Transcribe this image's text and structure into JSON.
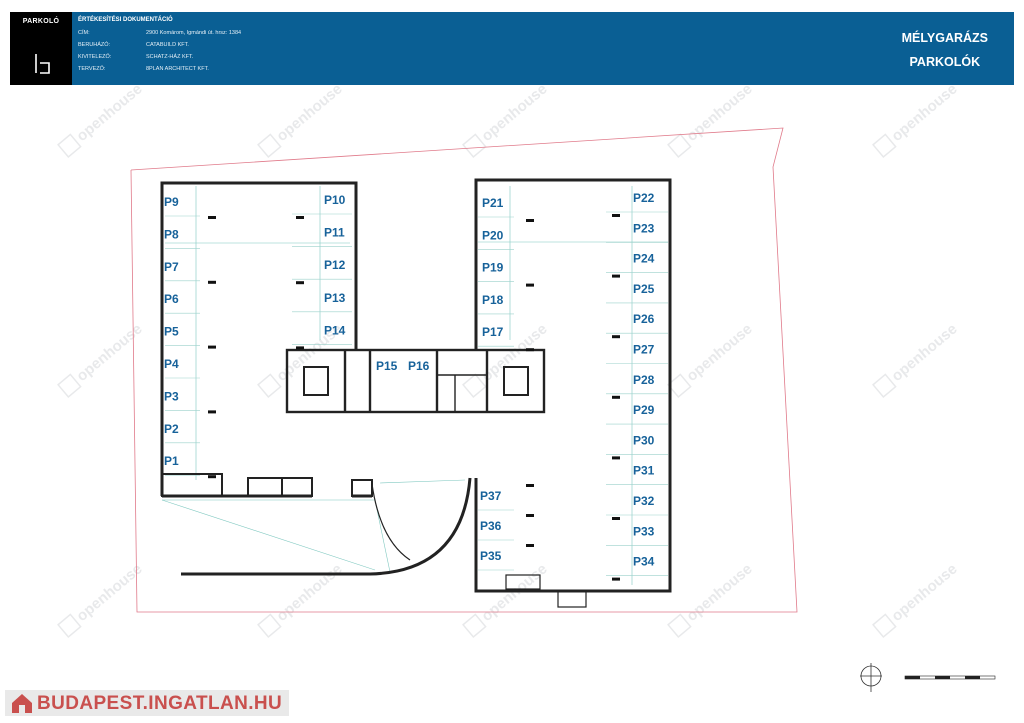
{
  "header": {
    "section_tag": "PARKOLÓ",
    "doc_title": "ÉRTÉKESÍTÉSI DOKUMENTÁCIÓ",
    "rows": [
      {
        "key": "CÍM:",
        "value": "2900 Komárom, Igmándi út. hrsz: 1384"
      },
      {
        "key": "BERUHÁZÓ:",
        "value": "CATABUILD KFT."
      },
      {
        "key": "KIVITELEZŐ:",
        "value": "SCHATZ-HÁZ KFT."
      },
      {
        "key": "TERVEZŐ:",
        "value": "8PLAN ARCHITECT KFT."
      }
    ],
    "title_line1": "MÉLYGARÁZS",
    "title_line2": "PARKOLÓK"
  },
  "plan": {
    "spots_left_outer": [
      "P9",
      "P8",
      "P7",
      "P6",
      "P5",
      "P4",
      "P3",
      "P2",
      "P1"
    ],
    "spots_left_inner": [
      "P10",
      "P11",
      "P12",
      "P13",
      "P14"
    ],
    "spots_center": [
      "P15",
      "P16"
    ],
    "spots_right_inner": [
      "P21",
      "P20",
      "P19",
      "P18",
      "P17"
    ],
    "spots_right_outer": [
      "P22",
      "P23",
      "P24",
      "P25",
      "P26",
      "P27",
      "P28",
      "P29",
      "P30",
      "P31",
      "P32",
      "P33",
      "P34"
    ],
    "spots_ramp": [
      "P37",
      "P36",
      "P35"
    ],
    "label_color": "#17629a",
    "wall_color": "#222222",
    "plot_line_color": "#e07a8a"
  },
  "watermark": {
    "text": "openhouse"
  },
  "brand": {
    "text": "BUDAPEST.INGATLAN.HU",
    "color": "#c9504e"
  }
}
